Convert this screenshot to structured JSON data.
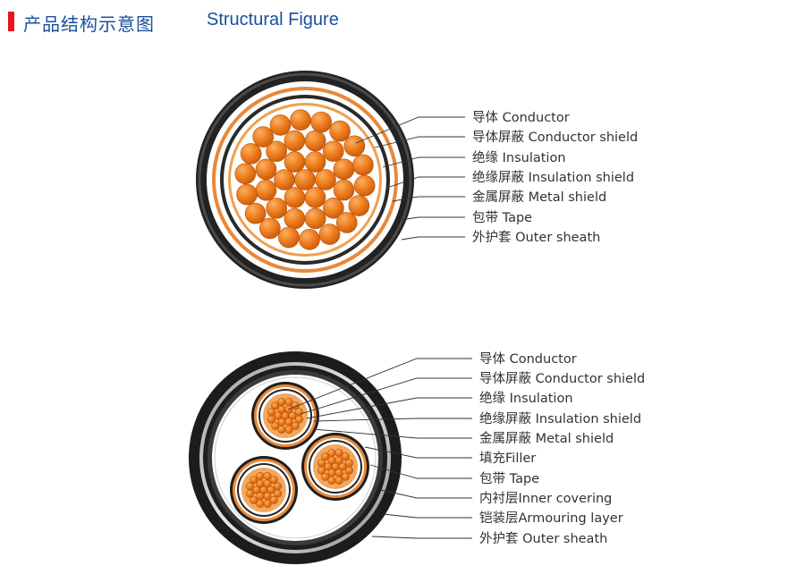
{
  "header": {
    "title_cn": "产品结构示意图",
    "title_en": "Structural Figure"
  },
  "colors": {
    "accent_bar": "#e4161b",
    "title": "#1b4f9c",
    "conductor": "#f07f1a",
    "jacket": "#1e1e1e"
  },
  "single_core": {
    "labels": [
      "导体 Conductor",
      "导体屏蔽 Conductor shield",
      "绝缘 Insulation",
      "绝缘屏蔽 Insulation shield",
      "金属屏蔽 Metal shield",
      "包带 Tape",
      "外护套 Outer sheath"
    ]
  },
  "three_core": {
    "labels": [
      "导体 Conductor",
      "导体屏蔽 Conductor shield",
      "绝缘 Insulation",
      "绝缘屏蔽 Insulation shield",
      "金属屏蔽 Metal shield",
      "填充Filler",
      "包带 Tape",
      "内衬层Inner covering",
      "铠装层Armouring layer",
      "外护套 Outer sheath"
    ]
  }
}
